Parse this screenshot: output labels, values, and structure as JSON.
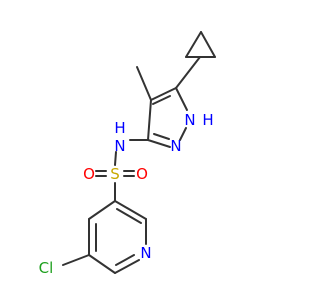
{
  "molecule": {
    "colors": {
      "carbon_bond": "#333333",
      "nitrogen": "#0000ff",
      "oxygen": "#ff0000",
      "sulfur": "#c8a800",
      "chlorine": "#1fa01f"
    },
    "atoms": {
      "sulfonyl_s": "S",
      "sulfonyl_o_left": "O",
      "sulfonyl_o_right": "O",
      "amide_n": "N",
      "amide_h": "H",
      "pyrazole_n_ring": "N",
      "pyrazole_nh": "N",
      "pyrazole_h": "H",
      "pyridine_n": "N",
      "chloro": "Cl"
    }
  }
}
